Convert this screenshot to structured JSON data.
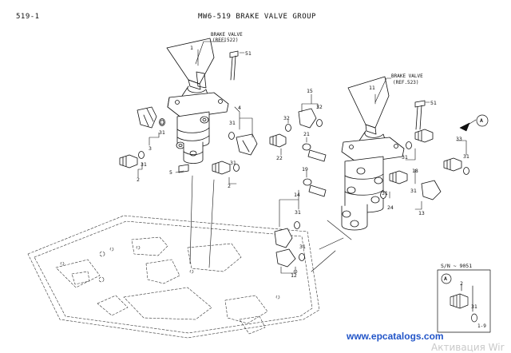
{
  "header": {
    "page_number": "519-1",
    "title": "MW6-519   BRAKE VALVE GROUP"
  },
  "callouts": {
    "left_valve": {
      "line1": "BRAKE VALVE",
      "line2": "(REF.522)"
    },
    "right_valve": {
      "line1": "BRAKE VALVE",
      "line2": "(REF.523)"
    }
  },
  "part_numbers": {
    "p1": "1",
    "p51a": "51",
    "p4": "4",
    "p31a": "31",
    "p31b": "31",
    "p3": "3",
    "p31c": "31",
    "p31d": "31",
    "p2a": "2",
    "p5": "5",
    "p2b": "2",
    "p11": "11",
    "p51b": "51",
    "p15": "15",
    "p32a": "32",
    "p32b": "32",
    "p22": "22",
    "p21": "21",
    "p19": "19",
    "p14": "14",
    "p31e": "31",
    "p31f": "31",
    "p12": "12",
    "p31g": "31",
    "p18": "18",
    "p31h": "31",
    "p24": "24",
    "p31i": "31",
    "p13": "13",
    "p33": "33",
    "p31j": "31",
    "detail_2": "2",
    "detail_31": "31"
  },
  "detail": {
    "serial": "S/N ~ 9051",
    "letter": "A"
  },
  "view_marker": "A",
  "footer": {
    "page_ref": "1-9",
    "watermark": "www.epcatalogs.com",
    "overlay": "Активация Wir"
  }
}
